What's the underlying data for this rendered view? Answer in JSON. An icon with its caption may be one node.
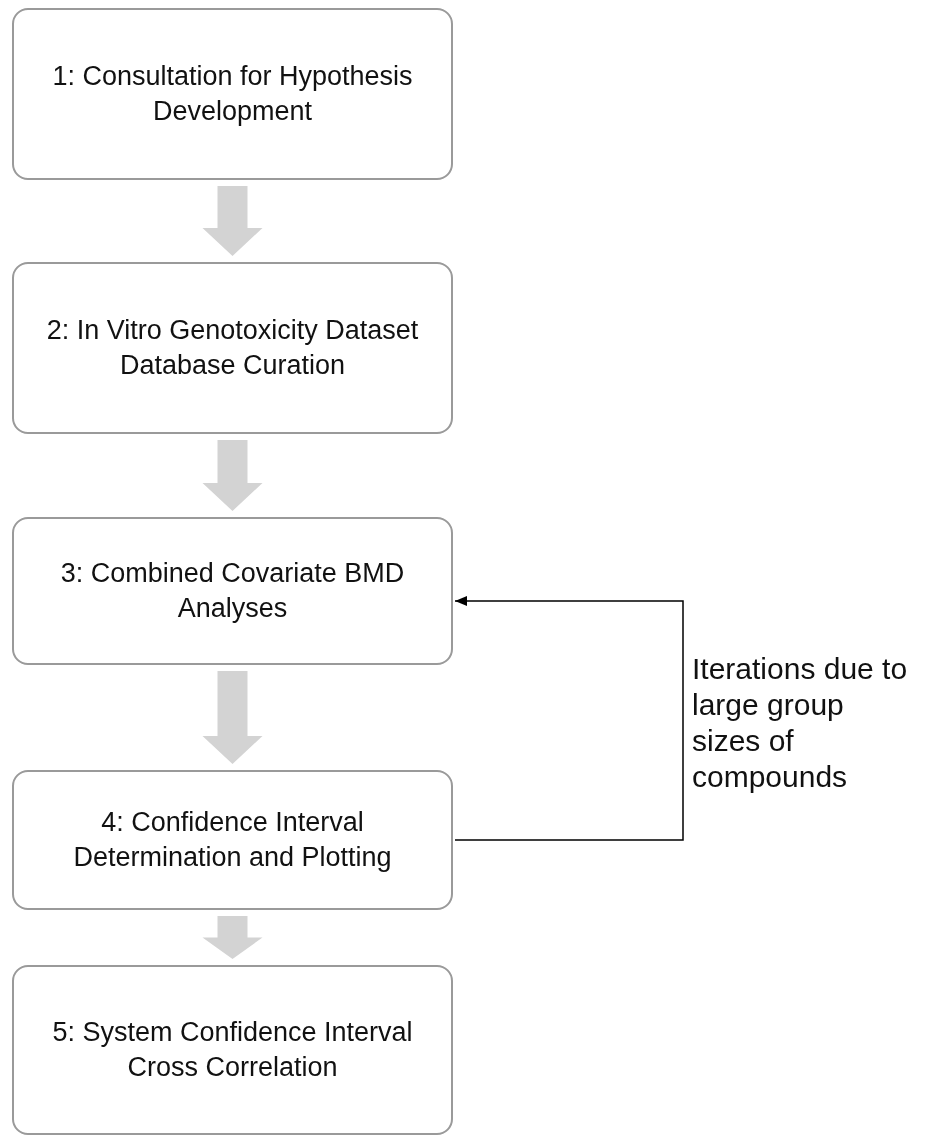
{
  "diagram": {
    "nodes": [
      {
        "text": [
          "1: Consultation for Hypothesis Development"
        ]
      },
      {
        "text": [
          "2: In Vitro Genotoxicity Dataset Database Curation"
        ]
      },
      {
        "text": [
          "3: Combined Covariate BMD Analyses"
        ]
      },
      {
        "text": [
          "4: Confidence Interval Determination and Plotting"
        ]
      },
      {
        "text": [
          "5: System Confidence Interval Cross Correlation"
        ]
      }
    ],
    "edges": [
      {
        "from": 0,
        "to": 1,
        "arrow": "to"
      },
      {
        "from": 1,
        "to": 2,
        "arrow": "to"
      },
      {
        "from": 2,
        "to": 3,
        "arrow": "to"
      },
      {
        "from": 3,
        "to": 4,
        "arrow": "to"
      },
      {
        "from": 3,
        "to": 2,
        "arrow": "to",
        "label": "Iterations due to large group sizes of compounds",
        "color": "#000000"
      }
    ]
  }
}
